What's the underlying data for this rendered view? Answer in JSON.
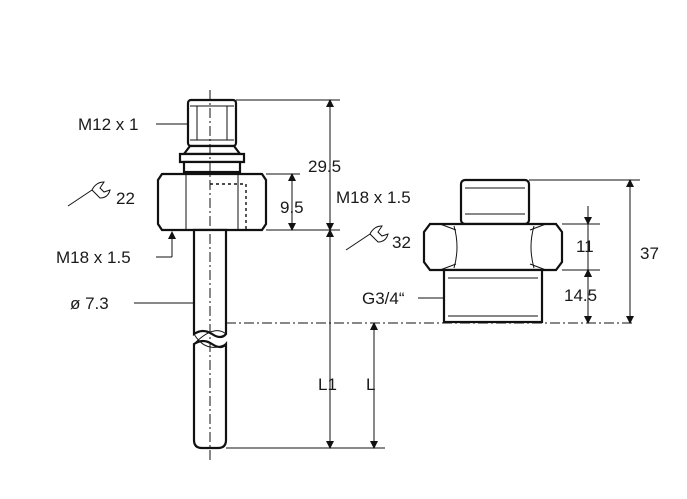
{
  "labels": {
    "connector_thread": "M12 x 1",
    "wrench_size_sensor": "22",
    "sensor_thread": "M18 x 1.5",
    "probe_diameter": "ø 7.3",
    "height_above_hex": "29.5",
    "hex_height": "9.5",
    "length_l1": "L1",
    "length_l": "L",
    "adapter_inner_thread": "M18 x 1.5",
    "wrench_size_adapter": "32",
    "adapter_outer_thread": "G3/4“",
    "adapter_hex_height": "11",
    "adapter_thread_length": "14.5",
    "adapter_total_height": "37"
  }
}
